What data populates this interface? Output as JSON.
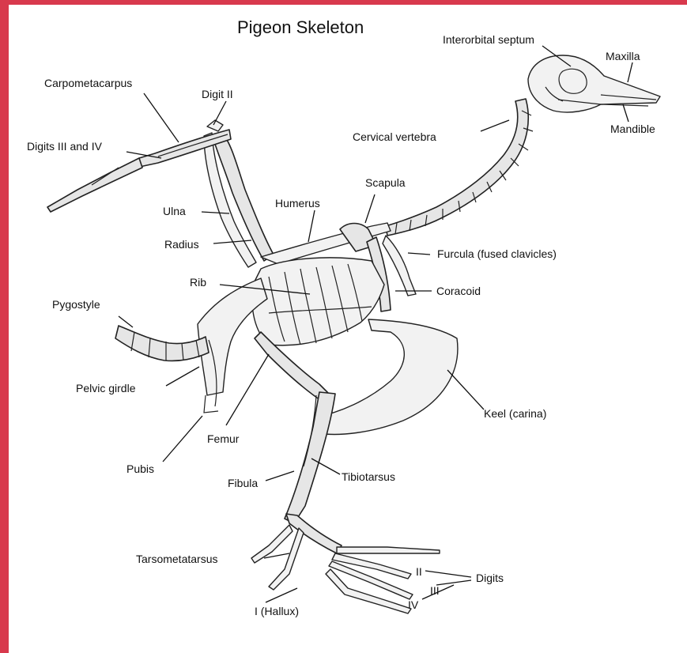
{
  "title": "Pigeon Skeleton",
  "labels": {
    "interorbital_septum": "Interorbital septum",
    "maxilla": "Maxilla",
    "mandible": "Mandible",
    "carpometacarpus": "Carpometacarpus",
    "digit_ii": "Digit II",
    "digits_iii_iv": "Digits III and IV",
    "cervical_vertebra": "Cervical vertebra",
    "scapula": "Scapula",
    "humerus": "Humerus",
    "ulna": "Ulna",
    "radius": "Radius",
    "furcula": "Furcula (fused clavicles)",
    "rib": "Rib",
    "coracoid": "Coracoid",
    "pygostyle": "Pygostyle",
    "pelvic_girdle": "Pelvic girdle",
    "keel": "Keel (carina)",
    "femur": "Femur",
    "pubis": "Pubis",
    "fibula": "Fibula",
    "tibiotarsus": "Tibiotarsus",
    "tarsometatarsus": "Tarsometatarsus",
    "digits": "Digits",
    "digit_2": "II",
    "digit_3": "III",
    "digit_4": "IV",
    "hallux": "I (Hallux)"
  },
  "colors": {
    "border": "#d8394d",
    "background": "#ffffff",
    "ink": "#111111"
  }
}
